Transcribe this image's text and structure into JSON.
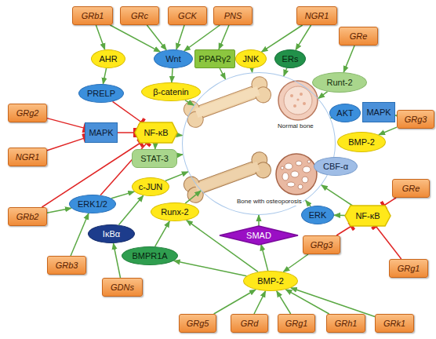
{
  "diagram": {
    "nodes": [
      {
        "text": [
          "GRb1"
        ]
      },
      {
        "text": [
          "GRc"
        ]
      },
      {
        "text": [
          "GCK"
        ]
      },
      {
        "text": [
          "PNS"
        ]
      },
      {
        "text": [
          "NGR1"
        ]
      },
      {
        "text": [
          "GRe"
        ]
      },
      {
        "text": [
          "AHR"
        ]
      },
      {
        "text": [
          "Wnt"
        ]
      },
      {
        "text": [
          "PPARγ2"
        ]
      },
      {
        "text": [
          "JNK"
        ]
      },
      {
        "text": [
          "ERs"
        ]
      },
      {
        "text": [
          "Runt-2"
        ]
      },
      {
        "text": [
          "PRELP"
        ]
      },
      {
        "text": [
          "β-catenin"
        ]
      },
      {
        "text": [
          "Normal bone",
          "Bone with osteoporosis"
        ]
      },
      {
        "text": [
          "GRg2"
        ]
      },
      {
        "text": [
          "AKT"
        ]
      },
      {
        "text": [
          "MAPK"
        ]
      },
      {
        "text": [
          "GRg3"
        ]
      },
      {
        "text": [
          "MAPK"
        ]
      },
      {
        "text": [
          "NF-κB"
        ]
      },
      {
        "text": [
          "BMP-2"
        ]
      },
      {
        "text": [
          "NGR1"
        ]
      },
      {
        "text": [
          "STAT-3"
        ]
      },
      {
        "text": [
          "CBF-α"
        ]
      },
      {
        "text": [
          "c-JUN"
        ]
      },
      {
        "text": [
          "GRe"
        ]
      },
      {
        "text": [
          "ERK1/2"
        ]
      },
      {
        "text": [
          "Runx-2"
        ]
      },
      {
        "text": [
          "ERK"
        ]
      },
      {
        "text": [
          "NF-κB"
        ]
      },
      {
        "text": [
          "GRb2"
        ]
      },
      {
        "text": [
          "IκBα"
        ]
      },
      {
        "text": [
          "SMAD"
        ]
      },
      {
        "text": [
          "GRg3"
        ]
      },
      {
        "text": [
          "BMPR1A"
        ]
      },
      {
        "text": [
          "GRb3"
        ]
      },
      {
        "text": [
          "GRg1"
        ]
      },
      {
        "text": [
          "BMP-2"
        ]
      },
      {
        "text": [
          "GDNs"
        ]
      },
      {
        "text": [
          "GRg5"
        ]
      },
      {
        "text": [
          "GRd"
        ]
      },
      {
        "text": [
          "GRg1"
        ]
      },
      {
        "text": [
          "GRh1"
        ]
      },
      {
        "text": [
          "GRk1"
        ]
      }
    ],
    "edges": [
      {
        "from": 0,
        "to": 6,
        "arrow": "to"
      },
      {
        "from": 0,
        "to": 7,
        "arrow": "to"
      },
      {
        "from": 1,
        "to": 7,
        "arrow": "to"
      },
      {
        "from": 2,
        "to": 7,
        "arrow": "to"
      },
      {
        "from": 3,
        "to": 7,
        "arrow": "to"
      },
      {
        "from": 3,
        "to": 8,
        "arrow": "to"
      },
      {
        "from": 4,
        "to": 9,
        "arrow": "to"
      },
      {
        "from": 4,
        "to": 10,
        "arrow": "to"
      },
      {
        "from": 5,
        "to": 11,
        "arrow": "to"
      },
      {
        "from": 6,
        "to": 12,
        "arrow": "to"
      },
      {
        "from": 7,
        "to": 13,
        "arrow": "to"
      },
      {
        "from": 8,
        "to": 14,
        "arrow": "to"
      },
      {
        "from": 9,
        "to": 14,
        "arrow": "to"
      },
      {
        "from": 10,
        "to": 14,
        "arrow": "to"
      },
      {
        "from": 11,
        "to": 14,
        "arrow": "to"
      },
      {
        "from": 13,
        "to": 14,
        "arrow": "to"
      },
      {
        "from": 12,
        "to": 20,
        "arrow": "to"
      },
      {
        "from": 18,
        "to": 17,
        "arrow": "to"
      },
      {
        "from": 16,
        "to": 14,
        "arrow": "to"
      },
      {
        "from": 18,
        "to": 21,
        "arrow": "to"
      },
      {
        "from": 24,
        "to": 14,
        "arrow": "to"
      },
      {
        "from": 15,
        "to": 19,
        "arrow": "to"
      },
      {
        "from": 22,
        "to": 19,
        "arrow": "to"
      },
      {
        "from": 19,
        "to": 20,
        "arrow": "to"
      },
      {
        "from": 20,
        "to": 14,
        "arrow": "to"
      },
      {
        "from": 20,
        "to": 23,
        "arrow": "to"
      },
      {
        "from": 23,
        "to": 14,
        "arrow": "to"
      },
      {
        "from": 31,
        "to": 20,
        "arrow": "to"
      },
      {
        "from": 31,
        "to": 27,
        "arrow": "to"
      },
      {
        "from": 27,
        "to": 20,
        "arrow": "to"
      },
      {
        "from": 27,
        "to": 25,
        "arrow": "to"
      },
      {
        "from": 36,
        "to": 27,
        "arrow": "to"
      },
      {
        "from": 25,
        "to": 14,
        "arrow": "to"
      },
      {
        "from": 39,
        "to": 32,
        "arrow": "to"
      },
      {
        "from": 32,
        "to": 25,
        "arrow": "to"
      },
      {
        "from": 28,
        "to": 14,
        "arrow": "to"
      },
      {
        "from": 35,
        "to": 28,
        "arrow": "to"
      },
      {
        "from": 38,
        "to": 35,
        "arrow": "to"
      },
      {
        "from": 38,
        "to": 28,
        "arrow": "to"
      },
      {
        "from": 38,
        "to": 33,
        "arrow": "to"
      },
      {
        "from": 33,
        "to": 14,
        "arrow": "to"
      },
      {
        "from": 40,
        "to": 38,
        "arrow": "to"
      },
      {
        "from": 41,
        "to": 38,
        "arrow": "to"
      },
      {
        "from": 42,
        "to": 38,
        "arrow": "to"
      },
      {
        "from": 43,
        "to": 38,
        "arrow": "to"
      },
      {
        "from": 44,
        "to": 38,
        "arrow": "to"
      },
      {
        "from": 34,
        "to": 38,
        "arrow": "to"
      },
      {
        "from": 34,
        "to": 30,
        "arrow": "to"
      },
      {
        "from": 26,
        "to": 30,
        "arrow": "to"
      },
      {
        "from": 37,
        "to": 30,
        "arrow": "to"
      },
      {
        "from": 30,
        "to": 29,
        "arrow": "to"
      },
      {
        "from": 29,
        "to": 14,
        "arrow": "to"
      },
      {
        "from": 30,
        "to": 14,
        "arrow": "to"
      }
    ]
  }
}
